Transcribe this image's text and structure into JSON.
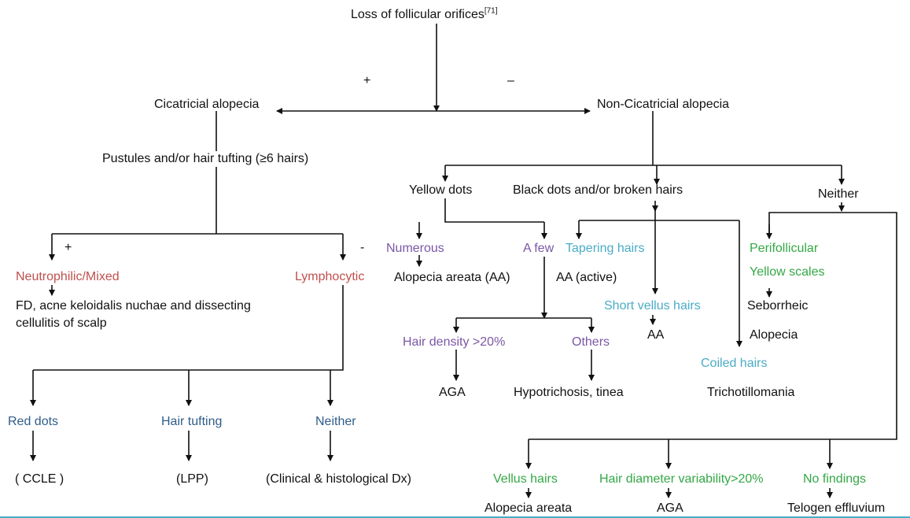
{
  "colors": {
    "line": "#111111",
    "pattern_red": "#c0504d",
    "pattern_purple": "#7b57a6",
    "pattern_navy": "#2f5d8a",
    "pattern_teal": "#4aacc6",
    "pattern_green": "#33a845",
    "bottom_rule": "#4aacc6"
  },
  "root": {
    "label": "Loss of follicular orifices",
    "ref": "[71]"
  },
  "signs": {
    "plus": "+",
    "minus": "–",
    "plus2": "+",
    "minus2": "-"
  },
  "cicatricial": {
    "label": "Cicatricial alopecia",
    "question": "Pustules and/or hair tufting (≥6 hairs)",
    "neutrophilic": "Neutrophilic/Mixed",
    "neutrophilic_dx": "FD, acne keloidalis nuchae and dissecting cellulitis of scalp",
    "lymphocytic": "Lymphocytic",
    "red_dots": "Red dots",
    "red_dots_dx": "( CCLE )",
    "hair_tufting": "Hair tufting",
    "hair_tufting_dx": "(LPP)",
    "neither": "Neither",
    "neither_dx": "(Clinical & histological Dx)"
  },
  "noncicatricial": {
    "label": "Non-Cicatricial alopecia",
    "yellow_dots": "Yellow dots",
    "black_dots": "Black dots and/or broken hairs",
    "neither": "Neither",
    "numerous": "Numerous",
    "numerous_dx": "Alopecia areata (AA)",
    "a_few": "A few",
    "hair_density": "Hair density >20%",
    "hair_density_dx": "AGA",
    "others": "Others",
    "others_dx": "Hypotrichosis, tinea",
    "tapering": "Tapering hairs",
    "tapering_dx": "AA (active)",
    "short_vellus": "Short vellus hairs",
    "short_vellus_dx": "AA",
    "coiled": "Coiled hairs",
    "coiled_dx": "Trichotillomania",
    "perifollicular": "Perifollicular",
    "yellow_scales": "Yellow scales",
    "seborrheic": "Seborrheic",
    "alopecia": "Alopecia",
    "vellus": "Vellus hairs",
    "vellus_dx": "Alopecia areata",
    "diameter": "Hair diameter variability>20%",
    "diameter_dx": "AGA",
    "no_findings": "No findings",
    "no_findings_dx": "Telogen effluvium"
  }
}
